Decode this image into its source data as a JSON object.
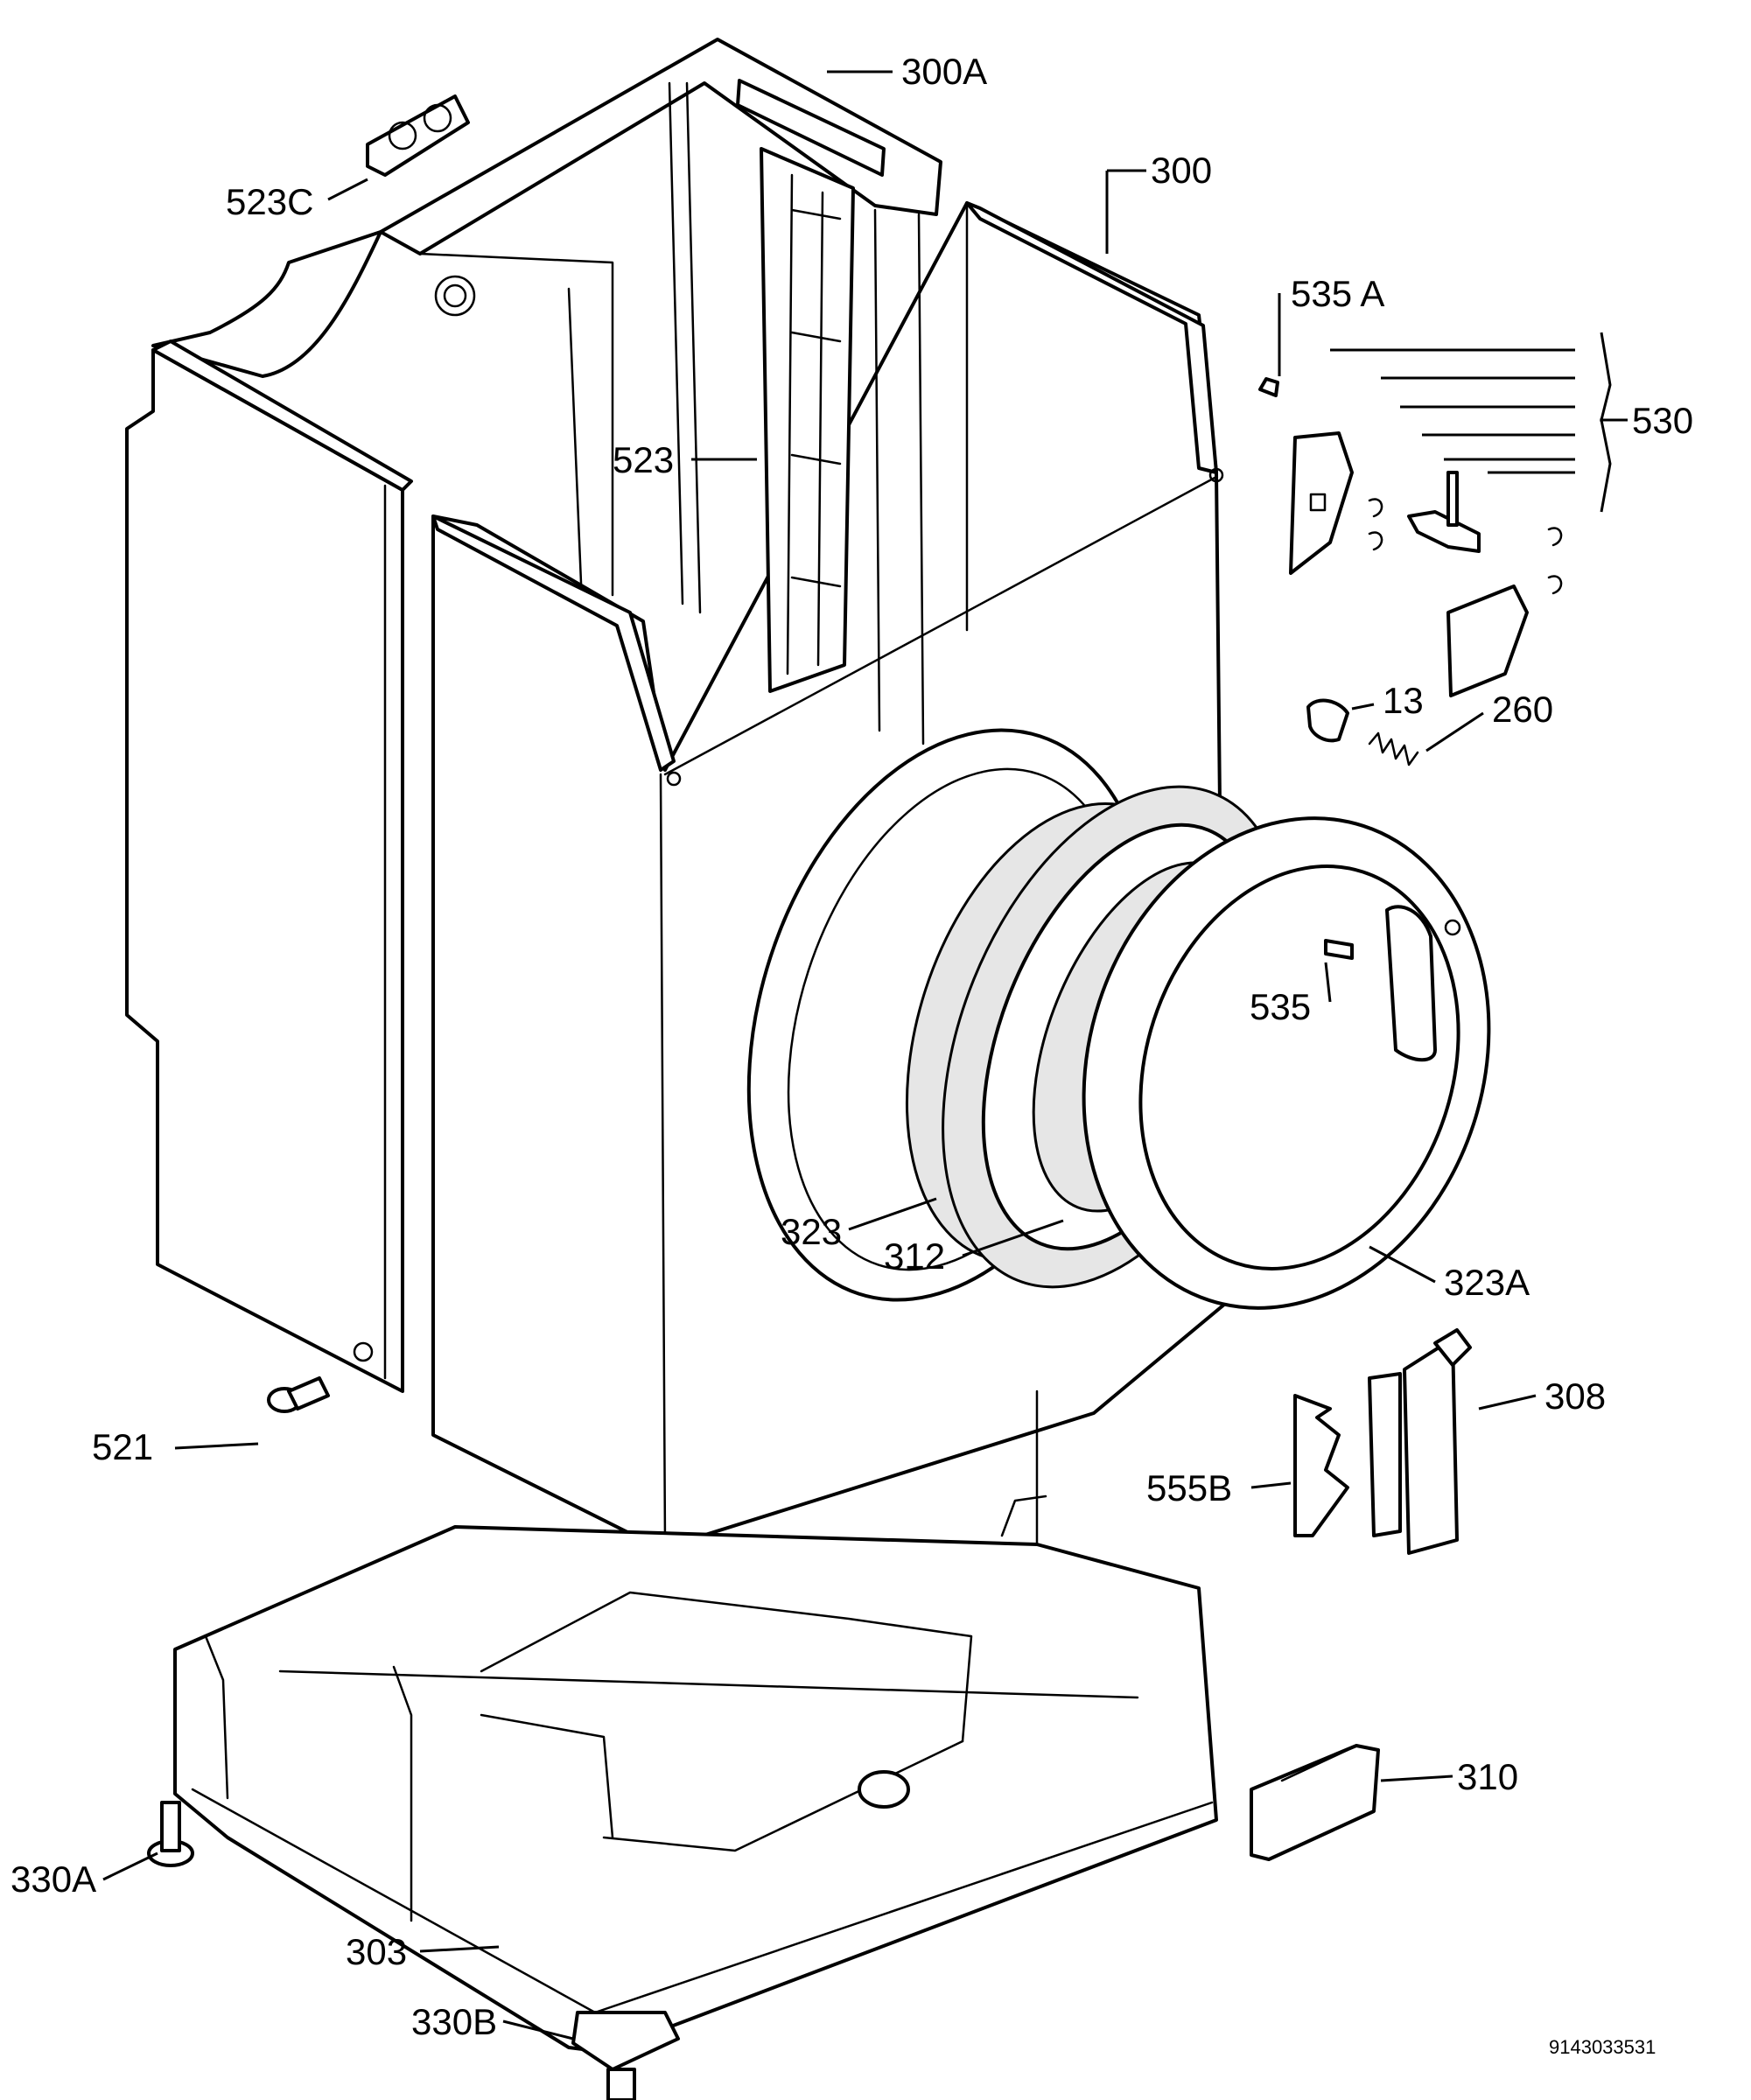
{
  "labels": {
    "l300A": "300A",
    "l300": "300",
    "l523C": "523C",
    "l535A": "535 A",
    "l530": "530",
    "l523": "523",
    "l13": "13",
    "l260": "260",
    "l535": "535",
    "l323": "323",
    "l312": "312",
    "l323A": "323A",
    "l521": "521",
    "l308": "308",
    "l555B": "555B",
    "l310": "310",
    "l330A": "330A",
    "l303": "303",
    "l330B": "330B"
  },
  "document_code": "9143033531"
}
